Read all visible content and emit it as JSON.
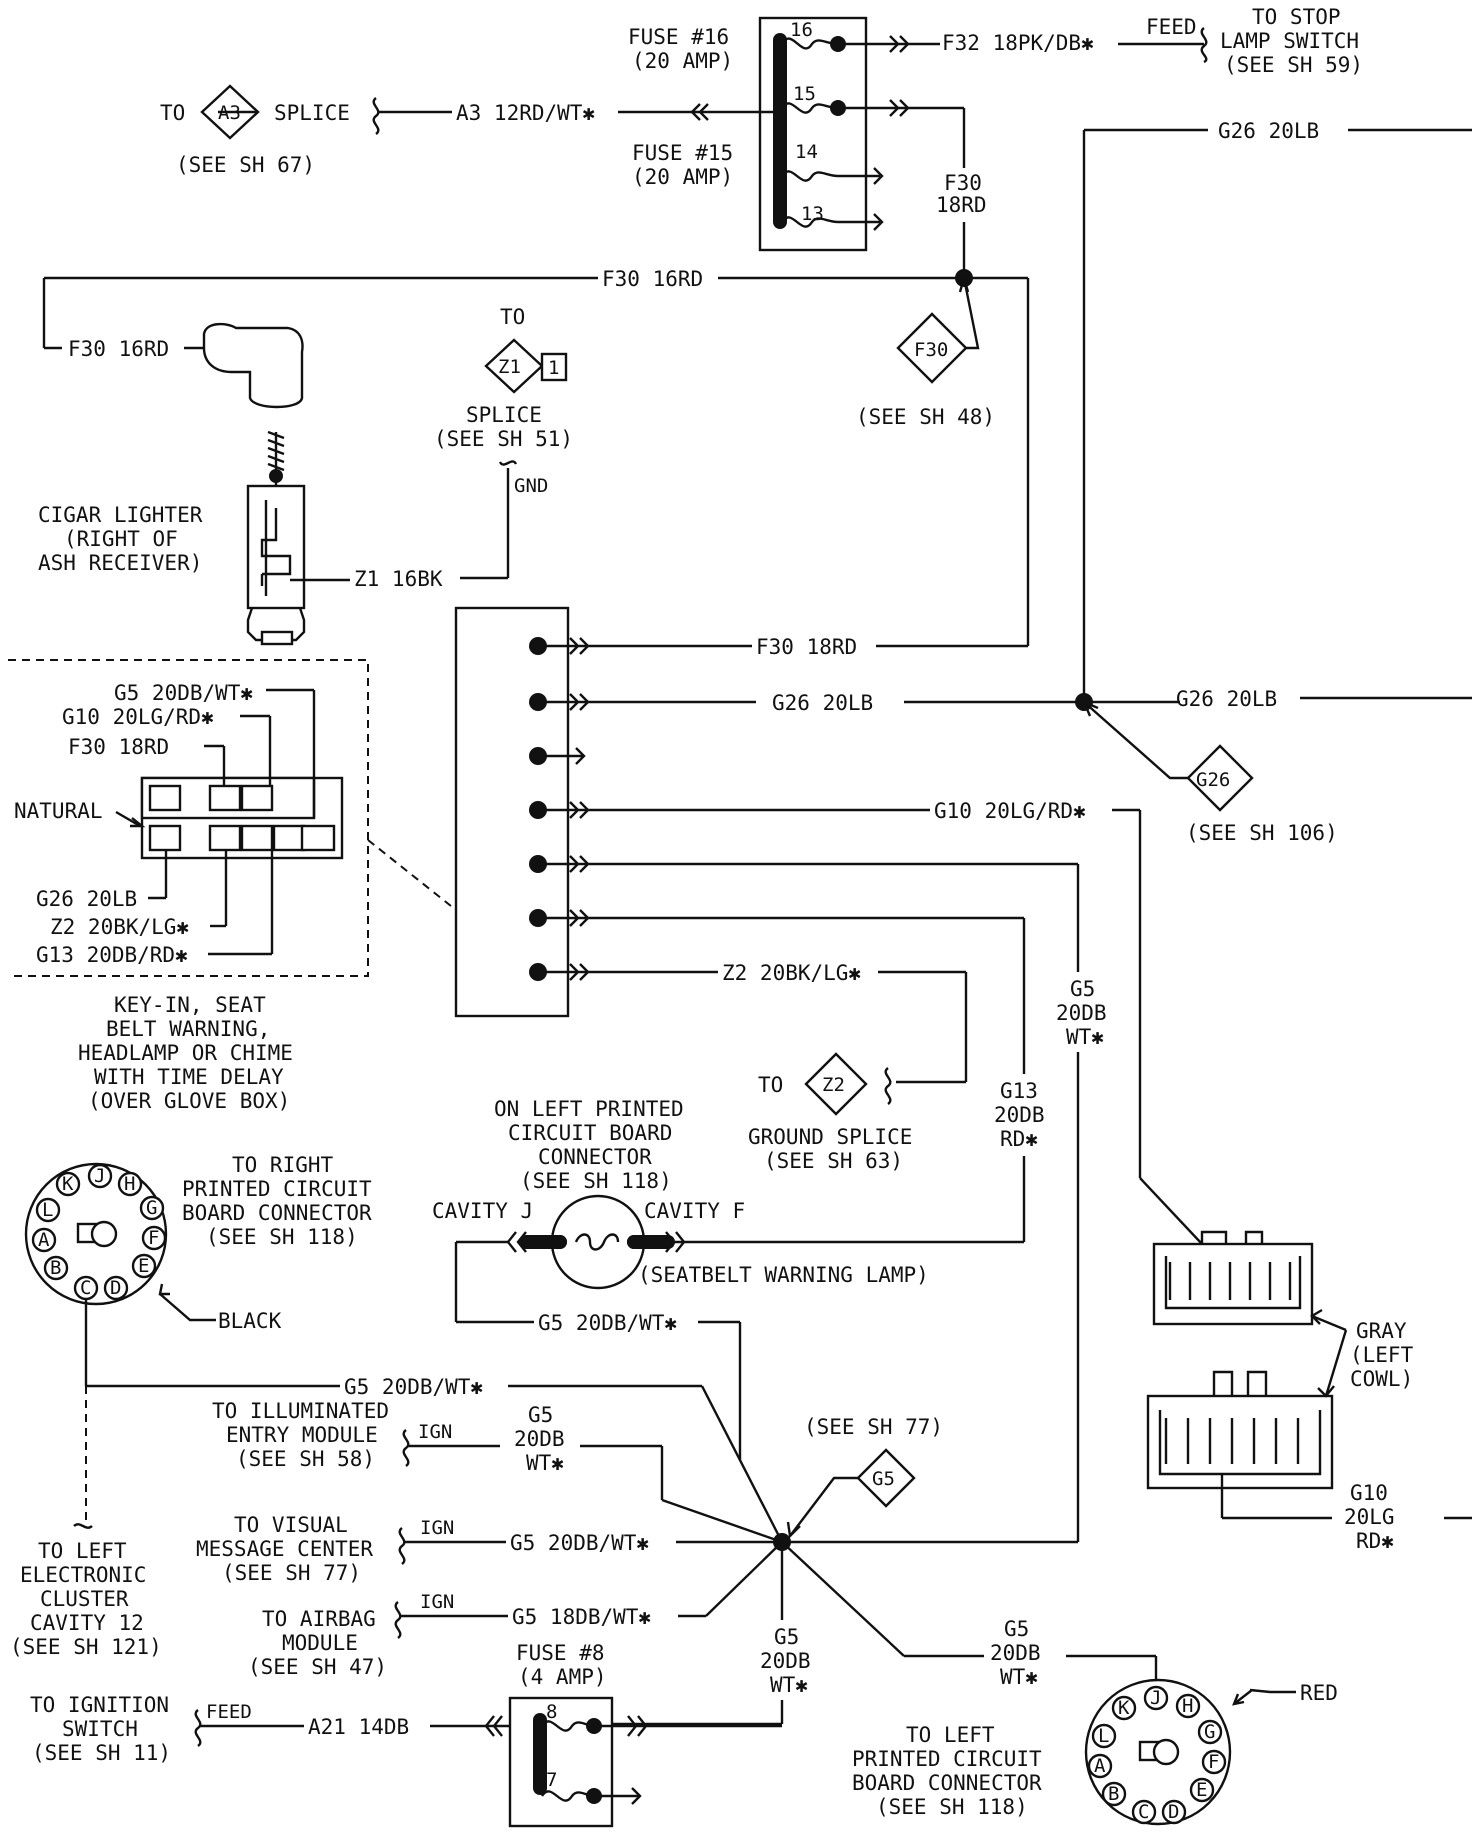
{
  "fuse_block": {
    "fuse16_title": "FUSE #16",
    "fuse16_amp": "(20 AMP)",
    "fuse15_title": "FUSE #15",
    "fuse15_amp": "(20 AMP)",
    "fuse_nums": [
      "16",
      "15",
      "14",
      "13"
    ]
  },
  "top": {
    "f32_wire": "F32 18PK/DB✱",
    "feed": "FEED",
    "to_stop": "TO STOP",
    "lamp_switch": "LAMP SWITCH",
    "see_sh59": "(SEE SH 59)",
    "to": "TO",
    "a3_symbol": "A3",
    "splice": "SPLICE",
    "a3_wire": "A3 12RD/WT✱",
    "see_sh67": "(SEE SH 67)",
    "g26_top": "G26 20LB",
    "f30_18rd_a": "F30",
    "f30_18rd_b": "18RD",
    "f30_16rd_main": "F30 16RD",
    "f30_16rd_left": "F30 16RD",
    "f30_symbol": "F30",
    "see_sh48": "(SEE SH 48)"
  },
  "cigar": {
    "to": "TO",
    "z1_symbol": "Z1",
    "z1_num": "1",
    "splice": "SPLICE",
    "see_sh51": "(SEE SH 51)",
    "gnd": "GND",
    "z1_wire": "Z1 16BK",
    "label1": "CIGAR LIGHTER",
    "label2": "(RIGHT OF",
    "label3": "ASH RECEIVER)"
  },
  "chime_connector": {
    "g5": "G5 20DB/WT✱",
    "g10": "G10 20LG/RD✱",
    "f30": "F30 18RD",
    "natural": "NATURAL",
    "g26": "G26 20LB",
    "z2": "Z2 20BK/LG✱",
    "g13": "G13 20DB/RD✱",
    "desc1": "KEY-IN, SEAT",
    "desc2": "BELT WARNING,",
    "desc3": "HEADLAMP OR CHIME",
    "desc4": "WITH TIME DELAY",
    "desc5": "(OVER GLOVE BOX)"
  },
  "module_wires": {
    "f30": "F30 18RD",
    "g26": "G26 20LB",
    "g26_right": "G26 20LB",
    "g26_symbol": "G26",
    "see_sh106": "(SEE SH 106)",
    "g10": "G10 20LG/RD✱",
    "z2": "Z2 20BK/LG✱",
    "g5_a": "G5",
    "g5_b": "20DB",
    "g5_c": "WT✱",
    "g13_a": "G13",
    "g13_b": "20DB",
    "g13_c": "RD✱",
    "to": "TO",
    "z2_symbol": "Z2",
    "ground_splice": "GROUND SPLICE",
    "see_sh63": "(SEE SH 63)"
  },
  "lamp": {
    "on_left1": "ON LEFT PRINTED",
    "on_left2": "CIRCUIT BOARD",
    "on_left3": "CONNECTOR",
    "see_sh118": "(SEE SH 118)",
    "cavity_j": "CAVITY J",
    "cavity_f": "CAVITY F",
    "seatbelt": "(SEATBELT WARNING LAMP)",
    "g5_wire": "G5 20DB/WT✱"
  },
  "right_pcb": {
    "to_right": "TO RIGHT",
    "printed": "PRINTED CIRCUIT",
    "board": "BOARD CONNECTOR",
    "see_sh118": "(SEE SH 118)",
    "black": "BLACK",
    "pins": [
      "K",
      "J",
      "H",
      "L",
      "G",
      "A",
      "F",
      "B",
      "E",
      "C",
      "D"
    ]
  },
  "gray_connector": {
    "gray": "GRAY",
    "left": "(LEFT",
    "cowl": "COWL)",
    "g10_a": "G10",
    "g10_b": "20LG",
    "g10_c": "RD✱"
  },
  "splice_g5": {
    "g5_wire_long": "G5 20DB/WT✱",
    "see_sh77": "(SEE SH 77)",
    "g5_symbol": "G5",
    "illum1": "TO ILLUMINATED",
    "illum2": "ENTRY MODULE",
    "illum3": "(SEE SH 58)",
    "ign": "IGN",
    "g5_illum_a": "G5",
    "g5_illum_b": "20DB",
    "g5_illum_c": "WT✱",
    "visual1": "TO VISUAL",
    "visual2": "MESSAGE CENTER",
    "visual3": "(SEE SH 77)",
    "g5_visual": "G5 20DB/WT✱",
    "airbag1": "TO AIRBAG",
    "airbag2": "MODULE",
    "airbag3": "(SEE SH 47)",
    "g5_airbag": "G5 18DB/WT✱",
    "g5_down_a": "G5",
    "g5_down_b": "20DB",
    "g5_down_c": "WT✱",
    "g5_right_a": "G5",
    "g5_right_b": "20DB",
    "g5_right_c": "WT✱"
  },
  "bottom_left": {
    "cluster1": "TO LEFT",
    "cluster2": "ELECTRONIC",
    "cluster3": "CLUSTER",
    "cluster4": "CAVITY 12",
    "cluster5": "(SEE SH 121)",
    "ign1": "TO IGNITION",
    "ign2": "SWITCH",
    "ign3": "(SEE SH 11)",
    "feed": "FEED",
    "a21": "A21 14DB",
    "fuse8": "FUSE #8",
    "fuse8_amp": "(4 AMP)",
    "fuse8_num": "8",
    "fuse7_num": "7"
  },
  "left_pcb": {
    "to_left": "TO LEFT",
    "printed": "PRINTED CIRCUIT",
    "board": "BOARD CONNECTOR",
    "see_sh118": "(SEE SH 118)",
    "red": "RED",
    "pins": [
      "K",
      "J",
      "H",
      "L",
      "G",
      "A",
      "F",
      "B",
      "E",
      "C",
      "D"
    ]
  }
}
